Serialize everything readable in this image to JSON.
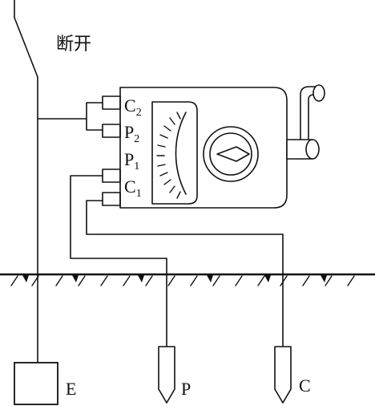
{
  "switch_label": "断开",
  "terminals": {
    "c2": {
      "main": "C",
      "sub": "2"
    },
    "p2": {
      "main": "P",
      "sub": "2"
    },
    "p1": {
      "main": "P",
      "sub": "1"
    },
    "c1": {
      "main": "C",
      "sub": "1"
    }
  },
  "electrodes": {
    "e": "E",
    "p": "P",
    "c": "C"
  },
  "colors": {
    "line": "#111111",
    "background": "#ffffff"
  }
}
